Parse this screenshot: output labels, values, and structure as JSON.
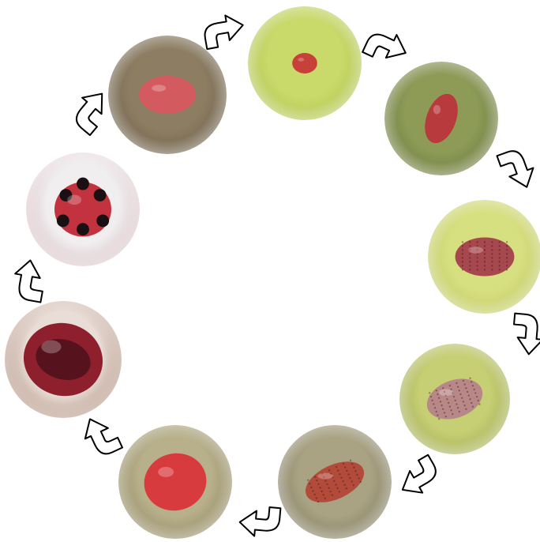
{
  "diagram": {
    "type": "life-cycle",
    "stages": [
      {
        "id": "eggs",
        "bg": "#c9da6a",
        "shade": "#a6b84d",
        "subject": "#c8403a",
        "name_hint": "egg-cluster"
      },
      {
        "id": "first-instar-larva",
        "bg": "#8d9b57",
        "shade": "#5d6a34",
        "subject": "#b83a3c",
        "name_hint": "small-larva"
      },
      {
        "id": "second-instar-larva",
        "bg": "#d7e080",
        "shade": "#b4bd5c",
        "subject": "#a7484e",
        "name_hint": "larva"
      },
      {
        "id": "third-instar-larva",
        "bg": "#c6cf73",
        "shade": "#8e9a4c",
        "subject": "#b88888",
        "name_hint": "mature-larva"
      },
      {
        "id": "prepupa",
        "bg": "#a9a283",
        "shade": "#6f6a52",
        "subject": "#b24b3a",
        "name_hint": "prepupa"
      },
      {
        "id": "pupa",
        "bg": "#b7b08a",
        "shade": "#7e7350",
        "subject": "#d83b3e",
        "name_hint": "pupa"
      },
      {
        "id": "emerging-adult",
        "bg": "#e9ded7",
        "shade": "#8a5b44",
        "subject": "#8e1f2c",
        "name_hint": "teneral-adult"
      },
      {
        "id": "adult",
        "bg": "#f1eef0",
        "shade": "#c9a3a7",
        "subject": "#c2323f",
        "name_hint": "adult-beetle"
      },
      {
        "id": "mating-or-egg",
        "bg": "#8d7e63",
        "shade": "#5d5140",
        "subject": "#d35a5e",
        "name_hint": "red-egg"
      }
    ],
    "arrow_color": "#000000"
  }
}
